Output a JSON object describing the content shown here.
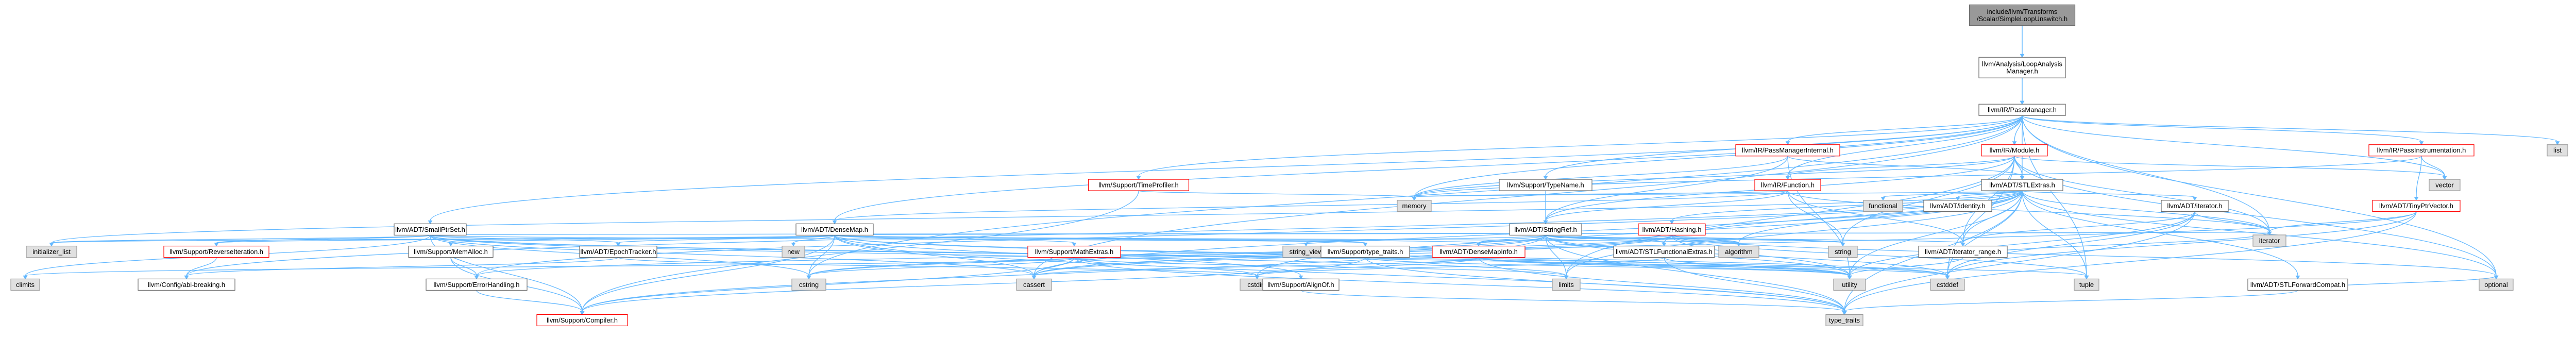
{
  "colors": {
    "root_fill": "#999999",
    "ref_stroke": "#666666",
    "external_fill": "#e0e0e0",
    "external_stroke": "#999999",
    "incomplete_stroke": "#ff0000",
    "edge": "#63b8ff",
    "background": "#ffffff"
  },
  "nodes": [
    {
      "id": "root",
      "label": [
        "include/llvm/Transforms",
        "/Scalar/SimpleLoopUnswitch.h"
      ],
      "kind": "root"
    },
    {
      "id": "lam",
      "label": [
        "llvm/Analysis/LoopAnalysis",
        "Manager.h"
      ],
      "kind": "ref"
    },
    {
      "id": "pm",
      "label": [
        "llvm/IR/PassManager.h"
      ],
      "kind": "ref"
    },
    {
      "id": "pmi",
      "label": [
        "llvm/IR/PassManagerInternal.h"
      ],
      "kind": "incomplete"
    },
    {
      "id": "module",
      "label": [
        "llvm/IR/Module.h"
      ],
      "kind": "incomplete"
    },
    {
      "id": "pinst",
      "label": [
        "llvm/IR/PassInstrumentation.h"
      ],
      "kind": "incomplete"
    },
    {
      "id": "list",
      "label": [
        "list"
      ],
      "kind": "external"
    },
    {
      "id": "tprof",
      "label": [
        "llvm/Support/TimeProfiler.h"
      ],
      "kind": "incomplete"
    },
    {
      "id": "tname",
      "label": [
        "llvm/Support/TypeName.h"
      ],
      "kind": "ref"
    },
    {
      "id": "func",
      "label": [
        "llvm/IR/Function.h"
      ],
      "kind": "incomplete"
    },
    {
      "id": "stlextras",
      "label": [
        "llvm/ADT/STLExtras.h"
      ],
      "kind": "ref"
    },
    {
      "id": "vector",
      "label": [
        "vector"
      ],
      "kind": "external"
    },
    {
      "id": "memory",
      "label": [
        "memory"
      ],
      "kind": "external"
    },
    {
      "id": "functional",
      "label": [
        "functional"
      ],
      "kind": "external"
    },
    {
      "id": "adtid",
      "label": [
        "llvm/ADT/identity.h"
      ],
      "kind": "ref"
    },
    {
      "id": "iterator",
      "label": [
        "llvm/ADT/iterator.h"
      ],
      "kind": "ref"
    },
    {
      "id": "tiny",
      "label": [
        "llvm/ADT/TinyPtrVector.h"
      ],
      "kind": "incomplete"
    },
    {
      "id": "sps",
      "label": [
        "llvm/ADT/SmallPtrSet.h"
      ],
      "kind": "ref"
    },
    {
      "id": "densemap",
      "label": [
        "llvm/ADT/DenseMap.h"
      ],
      "kind": "ref"
    },
    {
      "id": "stringref",
      "label": [
        "llvm/ADT/StringRef.h"
      ],
      "kind": "ref"
    },
    {
      "id": "hashing",
      "label": [
        "llvm/ADT/Hashing.h"
      ],
      "kind": "incomplete"
    },
    {
      "id": "iterator_h",
      "label": [
        "iterator"
      ],
      "kind": "external"
    },
    {
      "id": "initlist",
      "label": [
        "initializer_list"
      ],
      "kind": "external"
    },
    {
      "id": "reviter",
      "label": [
        "llvm/Support/ReverseIteration.h"
      ],
      "kind": "incomplete"
    },
    {
      "id": "memalloc",
      "label": [
        "llvm/Support/MemAlloc.h"
      ],
      "kind": "ref"
    },
    {
      "id": "epoch",
      "label": [
        "llvm/ADT/EpochTracker.h"
      ],
      "kind": "ref"
    },
    {
      "id": "new",
      "label": [
        "new"
      ],
      "kind": "external"
    },
    {
      "id": "mathextras",
      "label": [
        "llvm/Support/MathExtras.h"
      ],
      "kind": "incomplete"
    },
    {
      "id": "stringview",
      "label": [
        "string_view"
      ],
      "kind": "external"
    },
    {
      "id": "typetraits",
      "label": [
        "llvm/Support/type_traits.h"
      ],
      "kind": "ref"
    },
    {
      "id": "dmi",
      "label": [
        "llvm/ADT/DenseMapInfo.h"
      ],
      "kind": "incomplete"
    },
    {
      "id": "stlfunc",
      "label": [
        "llvm/ADT/STLFunctionalExtras.h"
      ],
      "kind": "ref"
    },
    {
      "id": "algorithm",
      "label": [
        "algorithm"
      ],
      "kind": "external"
    },
    {
      "id": "string",
      "label": [
        "string"
      ],
      "kind": "external"
    },
    {
      "id": "itrange",
      "label": [
        "llvm/ADT/iterator_range.h"
      ],
      "kind": "ref"
    },
    {
      "id": "climits",
      "label": [
        "climits"
      ],
      "kind": "external"
    },
    {
      "id": "cstdlib",
      "label": [
        "cstdlib"
      ],
      "kind": "external"
    },
    {
      "id": "configab",
      "label": [
        "llvm/Config/abi-breaking.h"
      ],
      "kind": "ref"
    },
    {
      "id": "errh",
      "label": [
        "llvm/Support/ErrorHandling.h"
      ],
      "kind": "ref"
    },
    {
      "id": "cstring",
      "label": [
        "cstring"
      ],
      "kind": "external"
    },
    {
      "id": "cassert",
      "label": [
        "cassert"
      ],
      "kind": "external"
    },
    {
      "id": "cstdint",
      "label": [
        "cstdint"
      ],
      "kind": "external"
    },
    {
      "id": "aligno",
      "label": [
        "llvm/Support/AlignOf.h"
      ],
      "kind": "ref"
    },
    {
      "id": "limits",
      "label": [
        "limits"
      ],
      "kind": "external"
    },
    {
      "id": "utility",
      "label": [
        "utility"
      ],
      "kind": "external"
    },
    {
      "id": "cstddef",
      "label": [
        "cstddef"
      ],
      "kind": "external"
    },
    {
      "id": "tuple",
      "label": [
        "tuple"
      ],
      "kind": "external"
    },
    {
      "id": "stlfwd",
      "label": [
        "llvm/ADT/STLForwardCompat.h"
      ],
      "kind": "ref"
    },
    {
      "id": "optional",
      "label": [
        "optional"
      ],
      "kind": "external"
    },
    {
      "id": "compiler",
      "label": [
        "llvm/Support/Compiler.h"
      ],
      "kind": "incomplete"
    },
    {
      "id": "typetraits2",
      "label": [
        "type_traits"
      ],
      "kind": "external"
    }
  ],
  "edges": [
    [
      "root",
      "lam"
    ],
    [
      "root",
      "pm"
    ],
    [
      "lam",
      "pm"
    ],
    [
      "pm",
      "pmi"
    ],
    [
      "pm",
      "module"
    ],
    [
      "pm",
      "pinst"
    ],
    [
      "pm",
      "list"
    ],
    [
      "pm",
      "tprof"
    ],
    [
      "pm",
      "tname"
    ],
    [
      "pm",
      "func"
    ],
    [
      "pm",
      "stlextras"
    ],
    [
      "pm",
      "sps"
    ],
    [
      "pm",
      "densemap"
    ],
    [
      "pm",
      "memory"
    ],
    [
      "pm",
      "vector"
    ],
    [
      "pm",
      "cassert"
    ],
    [
      "pm",
      "cstring"
    ],
    [
      "pm",
      "iterator_h"
    ],
    [
      "pm",
      "optional"
    ],
    [
      "pm",
      "tuple"
    ],
    [
      "pmi",
      "stlextras"
    ],
    [
      "pmi",
      "stringref"
    ],
    [
      "pmi",
      "memory"
    ],
    [
      "pmi",
      "utility"
    ],
    [
      "module",
      "func"
    ],
    [
      "module",
      "stlextras"
    ],
    [
      "module",
      "stringref"
    ],
    [
      "module",
      "iterator_h"
    ],
    [
      "module",
      "memory"
    ],
    [
      "module",
      "optional"
    ],
    [
      "module",
      "string"
    ],
    [
      "module",
      "vector"
    ],
    [
      "module",
      "cstddef"
    ],
    [
      "module",
      "limits"
    ],
    [
      "module",
      "itrange"
    ],
    [
      "pinst",
      "tiny"
    ],
    [
      "pinst",
      "vector"
    ],
    [
      "pinst",
      "memory"
    ],
    [
      "pinst",
      "type_traits_ph"
    ],
    [
      "tprof",
      "compiler"
    ],
    [
      "tprof",
      "memory"
    ],
    [
      "tname",
      "stringref"
    ],
    [
      "tname",
      "string_ph"
    ],
    [
      "func",
      "densemap"
    ],
    [
      "func",
      "stringref"
    ],
    [
      "func",
      "string"
    ],
    [
      "func",
      "memory"
    ],
    [
      "func",
      "iterator_h"
    ],
    [
      "func",
      "itrange"
    ],
    [
      "stlextras",
      "adtid"
    ],
    [
      "stlextras",
      "functional"
    ],
    [
      "stlextras",
      "iterator"
    ],
    [
      "stlextras",
      "itrange"
    ],
    [
      "stlextras",
      "stlfunc"
    ],
    [
      "stlextras",
      "hashing"
    ],
    [
      "stlextras",
      "stlfwd"
    ],
    [
      "stlextras",
      "configab"
    ],
    [
      "stlextras",
      "errh"
    ],
    [
      "stlextras",
      "algorithm"
    ],
    [
      "stlextras",
      "cassert"
    ],
    [
      "stlextras",
      "cstddef"
    ],
    [
      "stlextras",
      "cstdint"
    ],
    [
      "stlextras",
      "cstdlib"
    ],
    [
      "stlextras",
      "initlist"
    ],
    [
      "stlextras",
      "iterator_h"
    ],
    [
      "stlextras",
      "limits"
    ],
    [
      "stlextras",
      "memory"
    ],
    [
      "stlextras",
      "optional"
    ],
    [
      "stlextras",
      "tuple"
    ],
    [
      "stlextras",
      "typetraits2"
    ],
    [
      "stlextras",
      "utility"
    ],
    [
      "iterator",
      "itrange"
    ],
    [
      "iterator",
      "cstddef"
    ],
    [
      "iterator",
      "iterator_h"
    ],
    [
      "iterator",
      "typetraits2"
    ],
    [
      "iterator",
      "utility"
    ],
    [
      "tiny",
      "iterator_h"
    ],
    [
      "tiny",
      "cassert"
    ],
    [
      "tiny",
      "cstddef"
    ],
    [
      "tiny",
      "typetraits2"
    ],
    [
      "sps",
      "epoch"
    ],
    [
      "sps",
      "compiler"
    ],
    [
      "sps",
      "reviter"
    ],
    [
      "sps",
      "typetraits"
    ],
    [
      "sps",
      "cassert"
    ],
    [
      "sps",
      "climits"
    ],
    [
      "sps",
      "cstddef"
    ],
    [
      "sps",
      "cstdlib"
    ],
    [
      "sps",
      "cstring"
    ],
    [
      "sps",
      "initlist"
    ],
    [
      "sps",
      "iterator_h"
    ],
    [
      "sps",
      "limits"
    ],
    [
      "sps",
      "utility"
    ],
    [
      "densemap",
      "dmi"
    ],
    [
      "densemap",
      "epoch"
    ],
    [
      "densemap",
      "compiler"
    ],
    [
      "densemap",
      "mathextras"
    ],
    [
      "densemap",
      "memalloc"
    ],
    [
      "densemap",
      "reviter"
    ],
    [
      "densemap",
      "typetraits"
    ],
    [
      "densemap",
      "algorithm"
    ],
    [
      "densemap",
      "cassert"
    ],
    [
      "densemap",
      "cstddef"
    ],
    [
      "densemap",
      "cstring"
    ],
    [
      "densemap",
      "initlist"
    ],
    [
      "densemap",
      "iterator_h"
    ],
    [
      "densemap",
      "new"
    ],
    [
      "densemap",
      "typetraits2"
    ],
    [
      "densemap",
      "utility"
    ],
    [
      "densemap",
      "aligno"
    ],
    [
      "stringref",
      "stlfunc"
    ],
    [
      "stringref",
      "itrange"
    ],
    [
      "stringref",
      "compiler"
    ],
    [
      "stringref",
      "algorithm"
    ],
    [
      "stringref",
      "cassert"
    ],
    [
      "stringref",
      "cstddef"
    ],
    [
      "stringref",
      "cstring"
    ],
    [
      "stringref",
      "limits"
    ],
    [
      "stringref",
      "string"
    ],
    [
      "stringref",
      "stringview"
    ],
    [
      "stringref",
      "typetraits2"
    ],
    [
      "stringref",
      "utility"
    ],
    [
      "stringref",
      "dmi"
    ],
    [
      "hashing",
      "dmi"
    ],
    [
      "hashing",
      "errh"
    ],
    [
      "hashing",
      "algorithm"
    ],
    [
      "hashing",
      "cassert"
    ],
    [
      "hashing",
      "cstring"
    ],
    [
      "hashing",
      "optional"
    ],
    [
      "hashing",
      "string"
    ],
    [
      "hashing",
      "tuple"
    ],
    [
      "hashing",
      "utility"
    ],
    [
      "reviter",
      "configab"
    ],
    [
      "memalloc",
      "compiler"
    ],
    [
      "memalloc",
      "errh"
    ],
    [
      "memalloc",
      "cstdlib"
    ],
    [
      "epoch",
      "configab"
    ],
    [
      "epoch",
      "cstdint"
    ],
    [
      "mathextras",
      "compiler"
    ],
    [
      "mathextras",
      "cassert"
    ],
    [
      "mathextras",
      "climits"
    ],
    [
      "mathextras",
      "cstdint"
    ],
    [
      "mathextras",
      "cstring"
    ],
    [
      "mathextras",
      "limits"
    ],
    [
      "mathextras",
      "typetraits2"
    ],
    [
      "typetraits",
      "compiler"
    ],
    [
      "typetraits",
      "typetraits2"
    ],
    [
      "typetraits",
      "utility"
    ],
    [
      "dmi",
      "cassert"
    ],
    [
      "dmi",
      "cstddef"
    ],
    [
      "dmi",
      "cstdint"
    ],
    [
      "dmi",
      "tuple"
    ],
    [
      "dmi",
      "typetraits2"
    ],
    [
      "dmi",
      "utility"
    ],
    [
      "stlfunc",
      "cstdint"
    ],
    [
      "stlfunc",
      "typetraits2"
    ],
    [
      "stlfunc",
      "utility"
    ],
    [
      "itrange",
      "utility"
    ],
    [
      "itrange",
      "iterator_h"
    ],
    [
      "errh",
      "compiler"
    ],
    [
      "stlfwd",
      "optional"
    ],
    [
      "stlfwd",
      "typetraits2"
    ],
    [
      "aligno",
      "typetraits2"
    ]
  ]
}
